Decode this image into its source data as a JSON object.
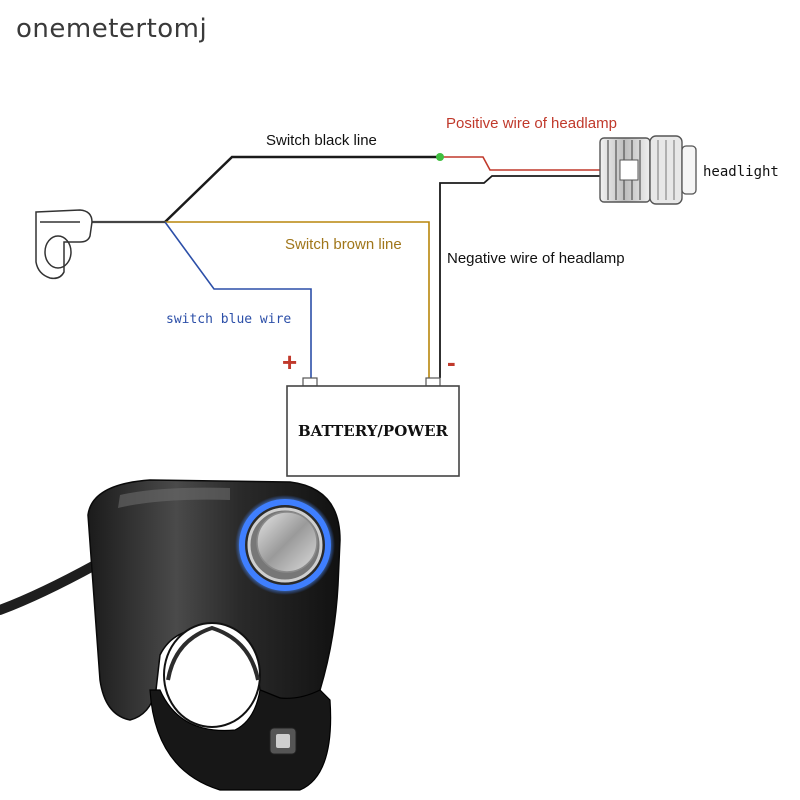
{
  "watermark": "onemetertomj",
  "labels": {
    "switch_black": "Switch black line",
    "positive_headlamp": "Positive wire of headlamp",
    "headlight": "headlight",
    "switch_brown": "Switch brown line",
    "negative_headlamp": "Negative wire of headlamp",
    "switch_blue": "switch blue wire",
    "plus": "+",
    "minus": "-",
    "battery": "BATTERY/POWER"
  },
  "colors": {
    "black_wire": "#1a1a1a",
    "red_wire": "#c0392b",
    "brown_wire": "#b8860b",
    "blue_wire": "#2c4fa8",
    "positive_label": "#c0392b",
    "blue_label": "#2c4fa8",
    "brown_label": "#a0761a",
    "plus_sign": "#c0392b",
    "junction": "#3fbf3f",
    "switch_led": "#3f7fff"
  },
  "icons": {
    "switch_outline": "handlebar-switch-outline-icon",
    "headlight": "headlight-icon",
    "switch_photo": "handlebar-switch-photo"
  }
}
